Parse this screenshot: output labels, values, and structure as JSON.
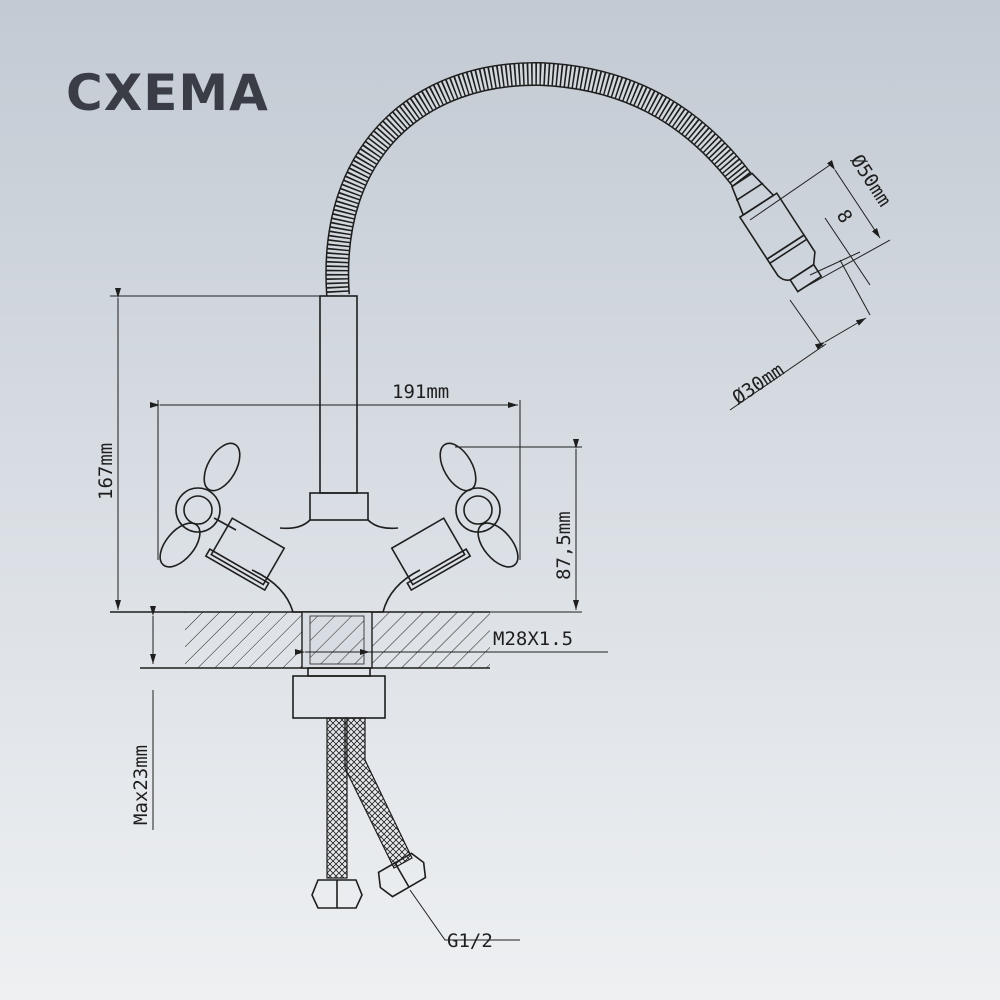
{
  "title": "СХЕМА",
  "dimensions": {
    "height_total": "167mm",
    "width": "191mm",
    "handle_height": "87,5mm",
    "aerator_outer": "Ø50mm",
    "aerator_step": "8",
    "aerator_inner": "Ø30mm",
    "thread": "M28X1.5",
    "max_counter": "Max23mm",
    "hose_connection": "G1/2"
  }
}
